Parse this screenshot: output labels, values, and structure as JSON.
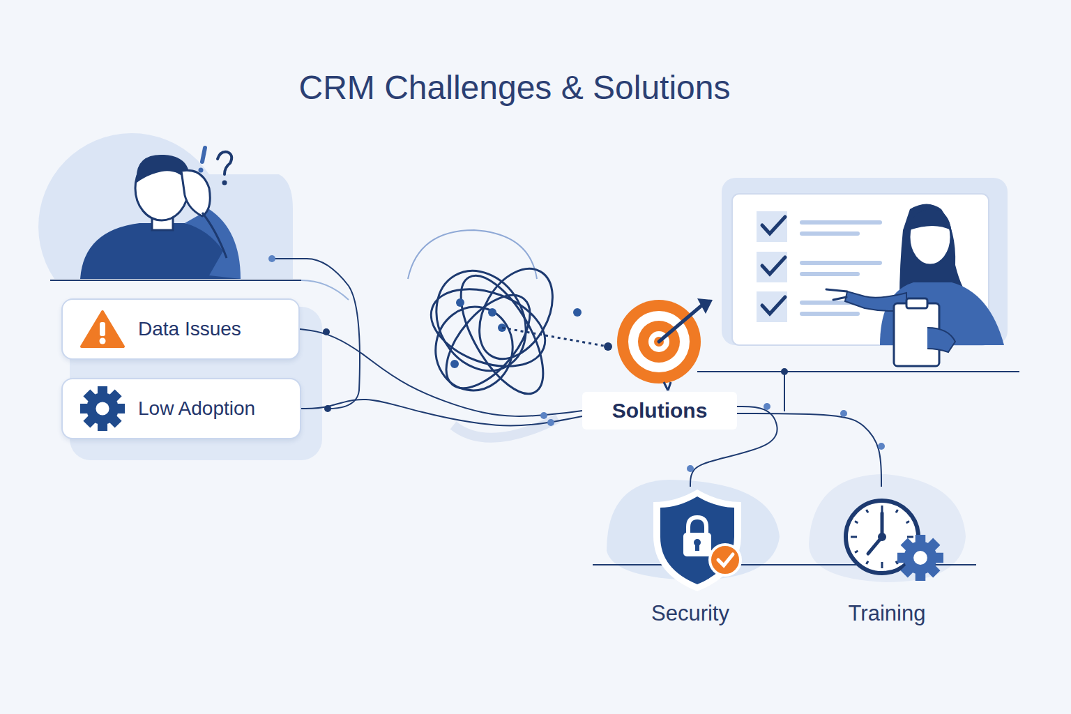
{
  "diagram": {
    "title": "CRM Challenges & Solutions",
    "nodes": [
      {
        "text": [
          "Data Issues"
        ]
      },
      {
        "text": [
          "Low Adoption"
        ]
      },
      {
        "text": [
          "Solutions"
        ]
      },
      {
        "text": [
          "Security"
        ]
      },
      {
        "text": [
          "Training"
        ]
      }
    ],
    "edges": [
      {
        "from": 0,
        "to": 2,
        "arrow": "none"
      },
      {
        "from": 1,
        "to": 2,
        "arrow": "none"
      },
      {
        "from": 2,
        "to": 3,
        "arrow": "none"
      },
      {
        "from": 2,
        "to": 4,
        "arrow": "none"
      }
    ]
  }
}
